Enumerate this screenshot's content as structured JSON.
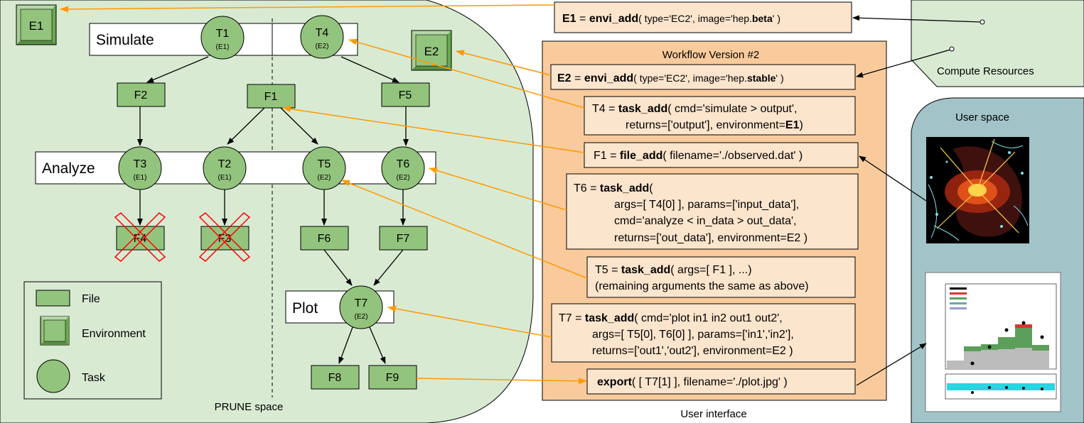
{
  "regions": {
    "prune_space": "PRUNE space",
    "user_interface": "User interface",
    "compute_resources": "Compute Resources",
    "user_space": "User space",
    "workflow_version": "Workflow Version #2"
  },
  "stages": {
    "simulate": "Simulate",
    "analyze": "Analyze",
    "plot": "Plot"
  },
  "tasks": [
    {
      "id": "T1",
      "env": "(E1)"
    },
    {
      "id": "T4",
      "env": "(E2)"
    },
    {
      "id": "T3",
      "env": "(E1)"
    },
    {
      "id": "T2",
      "env": "(E1)"
    },
    {
      "id": "T5",
      "env": "(E2)"
    },
    {
      "id": "T6",
      "env": "(E2)"
    },
    {
      "id": "T7",
      "env": "(E2)"
    }
  ],
  "files": [
    "F2",
    "F1",
    "F5",
    "F4",
    "F3",
    "F6",
    "F7",
    "F8",
    "F9"
  ],
  "environments": [
    "E1",
    "E2"
  ],
  "legend": {
    "file": "File",
    "environment": "Environment",
    "task": "Task"
  },
  "code": {
    "e1": [
      "E1",
      " = ",
      "envi_add",
      "( type='EC2', image='hep.",
      "beta",
      "' )"
    ],
    "e2": [
      "E2",
      " = ",
      "envi_add",
      "( type='EC2', image='hep.",
      "stable",
      "' )"
    ],
    "t4": {
      "l1": [
        "T4 = ",
        "task_add",
        "( cmd='simulate > output',"
      ],
      "l2": [
        "returns=['output'], environment=",
        "E1",
        ")"
      ]
    },
    "f1": [
      "F1 = ",
      "file_add",
      "( filename='./observed.dat' )"
    ],
    "t6": {
      "l1": [
        "T6 = ",
        "task_add",
        "("
      ],
      "l2": "args=[ T4[0] ], params=['input_data'],",
      "l3": "cmd='analyze < in_data > out_data',",
      "l4": "returns=['out_data'], environment=E2 )"
    },
    "t5": {
      "l1": [
        "T5 = ",
        "task_add",
        "( args=[ F1 ],  ...)"
      ],
      "l2": "(remaining arguments the same as above)"
    },
    "t7": {
      "l1": [
        "T7 = ",
        "task_add",
        "( cmd='plot in1 in2 out1 out2',"
      ],
      "l2": "args=[ T5[0], T6[0] ], params=['in1','in2'],",
      "l3": "returns=['out1','out2'], environment=E2 )"
    },
    "export": [
      "export",
      "( [ T7[1] ], filename='./plot.jpg' )"
    ]
  },
  "colors": {
    "prune_bg": "#d9ead3",
    "node_green": "#93c47d",
    "code_box": "#fce5cd",
    "workflow_bg": "#f9cb9c",
    "user_space_bg": "#a2c4c9",
    "compute_bg": "#d9ead3",
    "arrow_orange": "#ff9900",
    "cross_red": "#ff0000"
  }
}
